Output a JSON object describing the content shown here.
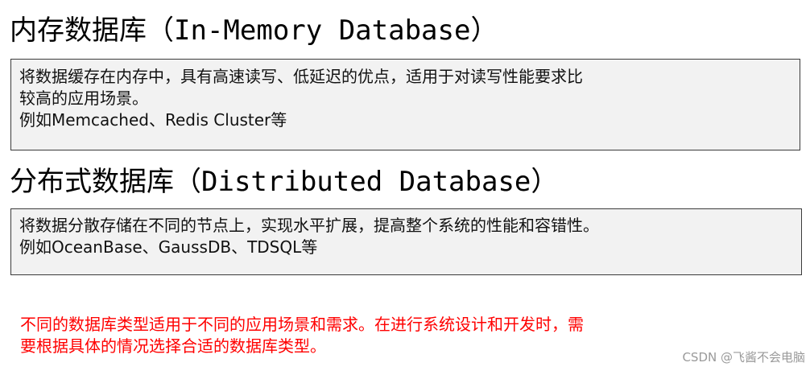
{
  "sections": [
    {
      "title": "内存数据库（In-Memory Database）",
      "description_lines": [
        "将数据缓存在内存中，具有高速读写、低延迟的优点，适用于对读写性能要求比",
        "较高的应用场景。"
      ],
      "examples": "例如Memcached、Redis Cluster等"
    },
    {
      "title": "分布式数据库（Distributed Database）",
      "description_lines": [
        "将数据分散存储在不同的节点上，实现水平扩展，提高整个系统的性能和容错性。"
      ],
      "examples": "例如OceanBase、GaussDB、TDSQL等"
    }
  ],
  "conclusion_lines": [
    "不同的数据库类型适用于不同的应用场景和需求。在进行系统设计和开发时，需",
    "要根据具体的情况选择合适的数据库类型。"
  ],
  "watermark": "CSDN @飞酱不会电脑",
  "colors": {
    "conclusion_text": "#ff0000",
    "box_background": "#f2f2f2",
    "box_border": "#3b3b3b",
    "watermark_text": "#9a9a9a"
  }
}
